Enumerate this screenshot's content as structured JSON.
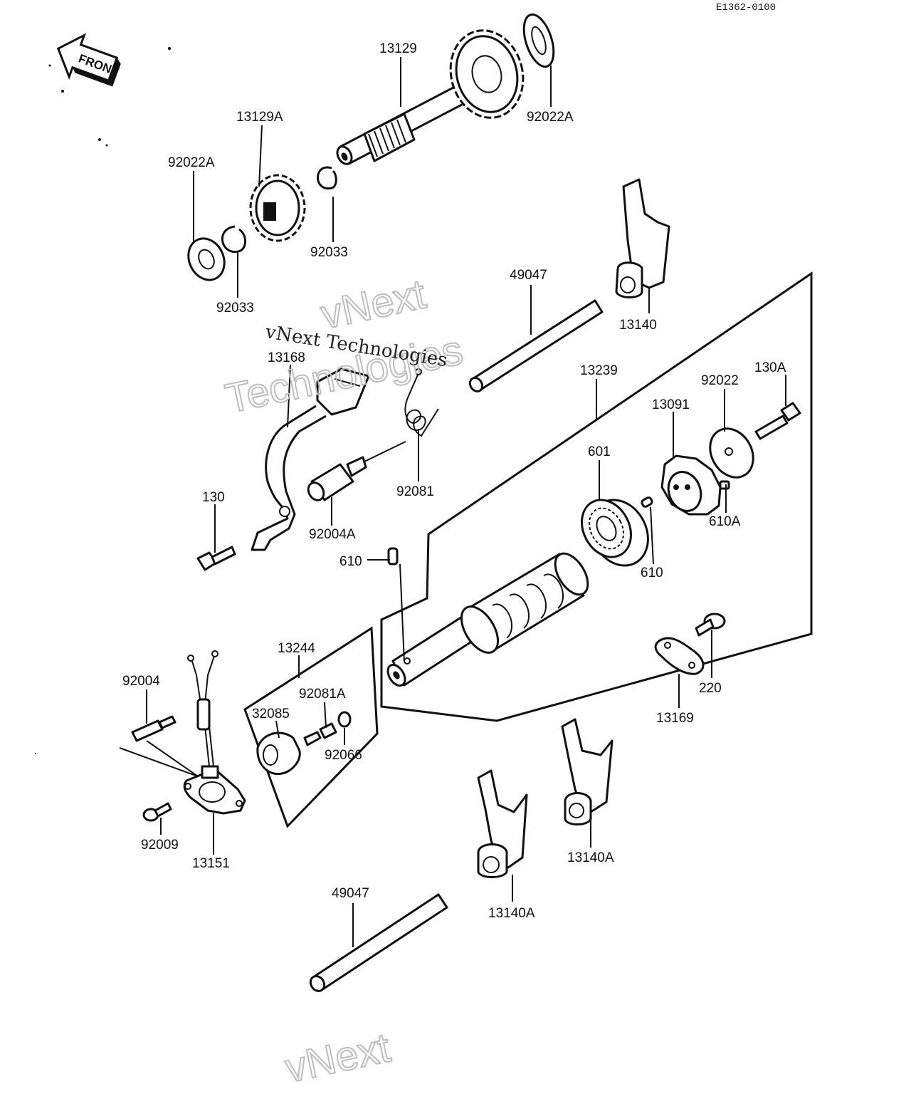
{
  "diagram_code": "E1362-0100",
  "front_badge": "FRONT",
  "watermarks": {
    "primary": "vNext",
    "secondary": "Technologies",
    "inline": "vNext Technologies",
    "bottom": "vNext"
  },
  "labels": {
    "p13129": "13129",
    "p92022A_top": "92022A",
    "p13129A": "13129A",
    "p92022A_left": "92022A",
    "p92033_right": "92033",
    "p92033_left": "92033",
    "p49047_top": "49047",
    "p13140": "13140",
    "p13168": "13168",
    "p13239": "13239",
    "p130A": "130A",
    "p92022": "92022",
    "p13091": "13091",
    "p601": "601",
    "p92081": "92081",
    "p130": "130",
    "p92004A": "92004A",
    "p610A": "610A",
    "p610_left": "610",
    "p610_right": "610",
    "p13244": "13244",
    "p92004": "92004",
    "p92081A": "92081A",
    "p32085": "32085",
    "p92066": "92066",
    "p220": "220",
    "p13169": "13169",
    "p92009": "92009",
    "p13151": "13151",
    "p13140A_right": "13140A",
    "p13140A_left": "13140A",
    "p49047_bottom": "49047"
  }
}
